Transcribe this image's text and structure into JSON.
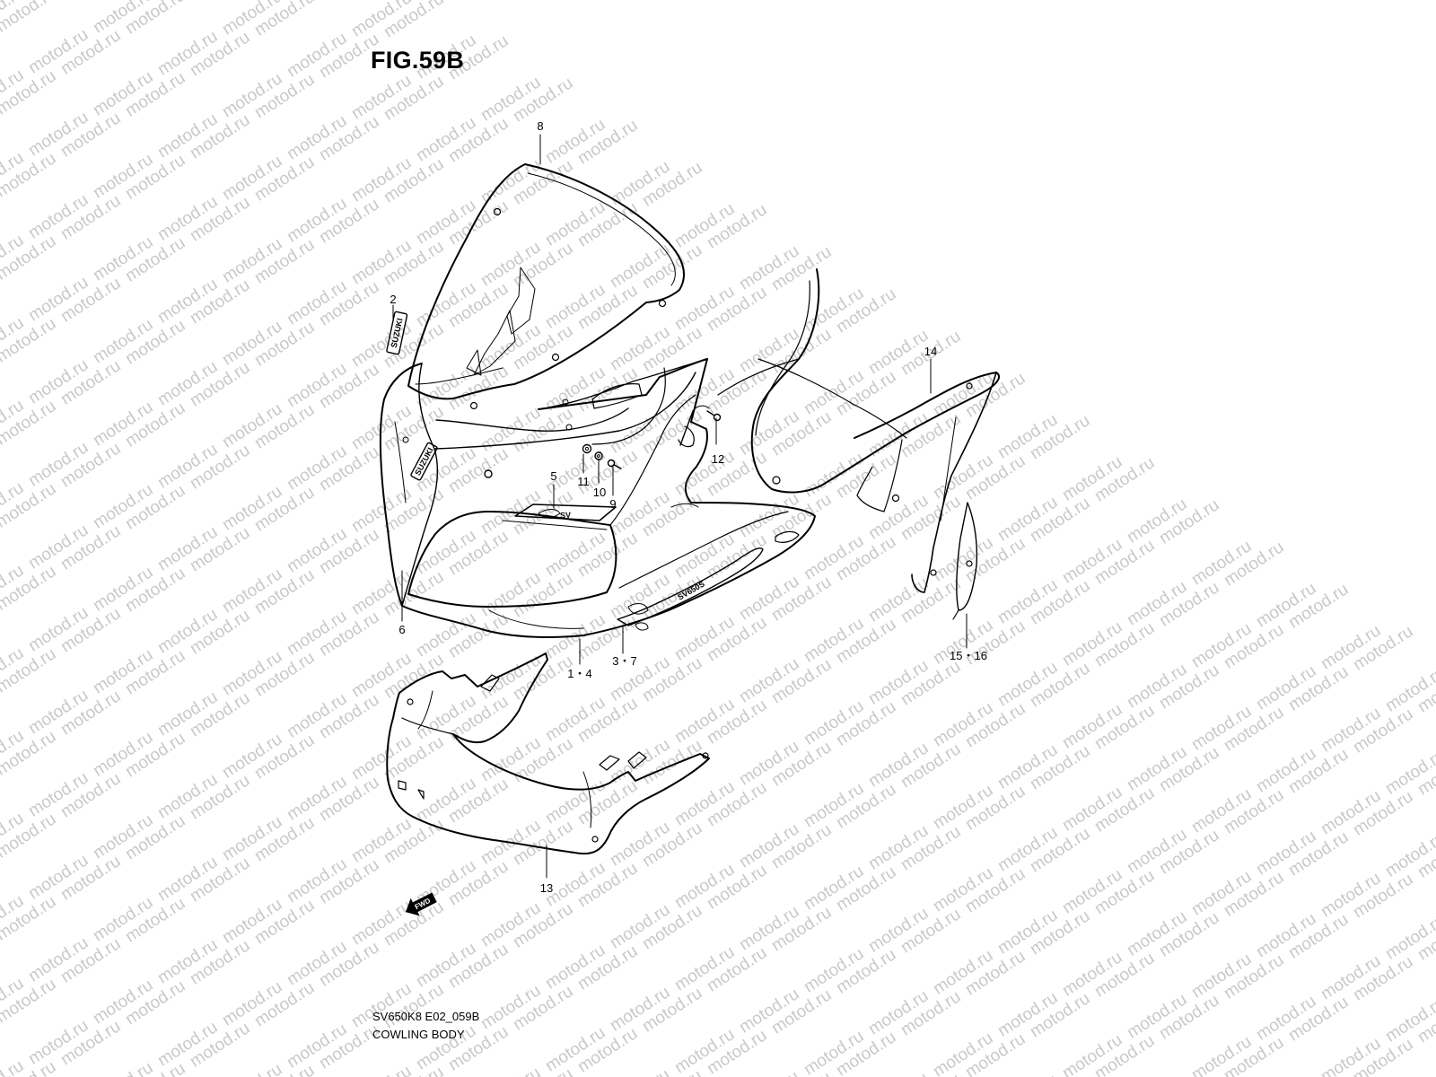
{
  "figure": {
    "title": "FIG.59B",
    "code": "SV650K8 E02_059B",
    "name": "COWLING BODY"
  },
  "watermark": "motod.ru",
  "callouts": {
    "c8": "8",
    "c2": "2",
    "c14": "14",
    "c12": "12",
    "c11": "11",
    "c10": "10",
    "c9": "9",
    "c5": "5",
    "c6": "6",
    "c1_4": "1・4",
    "c3_7": "3・7",
    "c15_16": "15・16",
    "c13": "13"
  },
  "emblems": {
    "suzuki": "SUZUKI",
    "sv": "SV",
    "sv650s": "SV650S"
  },
  "fwd_arrow": "FWD",
  "colors": {
    "line": "#000000",
    "watermark": "#c9c9c9",
    "background": "#ffffff"
  }
}
